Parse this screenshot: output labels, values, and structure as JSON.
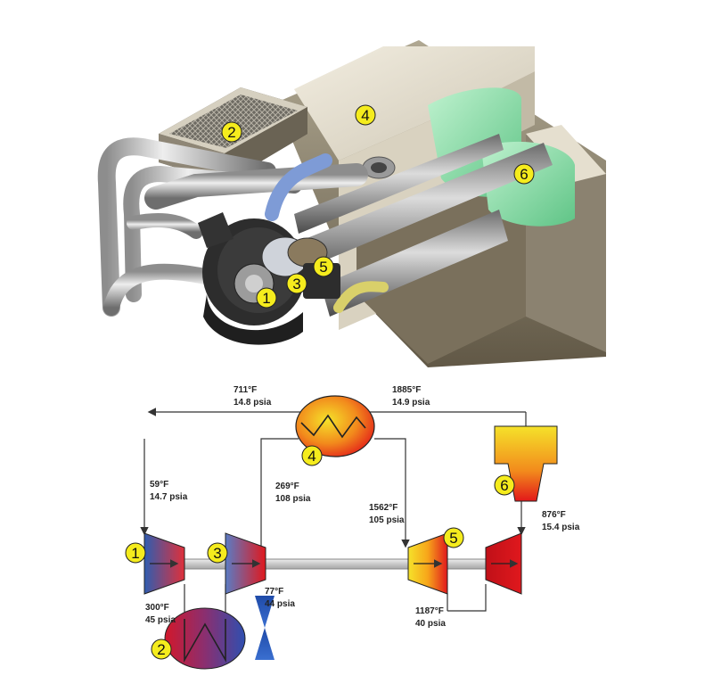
{
  "markers": {
    "render": [
      "2",
      "4",
      "6",
      "5",
      "3",
      "1"
    ],
    "schematic": [
      "4",
      "6",
      "1",
      "3",
      "5",
      "2"
    ]
  },
  "states": [
    {
      "temp": "711°F",
      "press": "14.8 psia"
    },
    {
      "temp": "1885°F",
      "press": "14.9 psia"
    },
    {
      "temp": "59°F",
      "press": "14.7 psia"
    },
    {
      "temp": "269°F",
      "press": "108 psia"
    },
    {
      "temp": "1562°F",
      "press": "105 psia"
    },
    {
      "temp": "876°F",
      "press": "15.4 psia"
    },
    {
      "temp": "77°F",
      "press": "44 psia"
    },
    {
      "temp": "300°F",
      "press": "45 psia"
    },
    {
      "temp": "1187°F",
      "press": "40 psia"
    }
  ],
  "colors": {
    "marker_fill": "#f5ec1d",
    "hot": "#e0181d",
    "warm": "#f7a51a",
    "cold": "#2f5db0",
    "combustor_top": "#f5e22a",
    "combustor_bottom": "#e2181a",
    "flow_line": "#333333"
  }
}
